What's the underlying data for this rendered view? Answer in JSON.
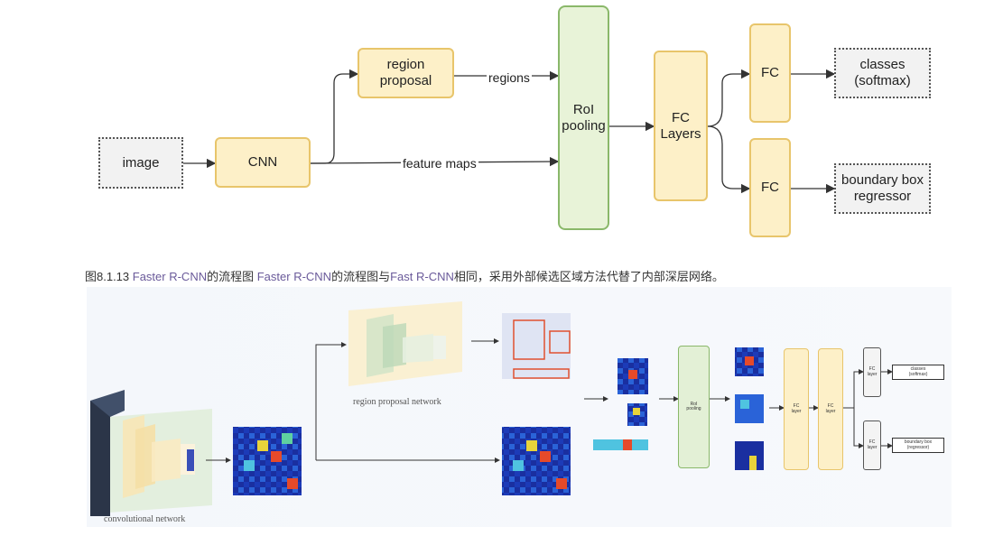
{
  "top_diagram": {
    "image": "image",
    "cnn": "CNN",
    "region_proposal": "region\nproposal",
    "roi_pooling": "RoI\npooling",
    "fc_layers": "FC\nLayers",
    "fc_top": "FC",
    "fc_bottom": "FC",
    "classes": "classes\n(softmax)",
    "bbox": "boundary box\nregressor",
    "edge_regions": "regions",
    "edge_feature_maps": "feature maps"
  },
  "caption": {
    "prefix": "图8.1.13 ",
    "part1": "Faster R-CNN",
    "mid1": "的流程图 ",
    "part2": "Faster R-CNN",
    "mid2": "的流程图与",
    "part3": "Fast R-CNN",
    "rest": "相同，采用外部候选区域方法代替了内部深层网络。"
  },
  "bottom_diagram": {
    "conv_label": "convolutional network",
    "rpn_label": "region proposal network",
    "roi_pooling": "RoI\npooling",
    "fc_layer_1": "FC\nlayer",
    "fc_layer_2": "FC\nlayer",
    "fc_layer_top": "FC\nlayer",
    "fc_layer_bottom": "FC\nlayer",
    "classes": "classes\n(softmax)",
    "bbox": "boundary box\n(regressor)"
  },
  "colors": {
    "node_fill": "#fdf0c8",
    "node_border": "#e8c56b",
    "pool_fill": "#e8f3d8",
    "pool_border": "#8ab86a",
    "io_fill": "#f2f2f2",
    "heatmap_blue": "#1a2fa0"
  }
}
